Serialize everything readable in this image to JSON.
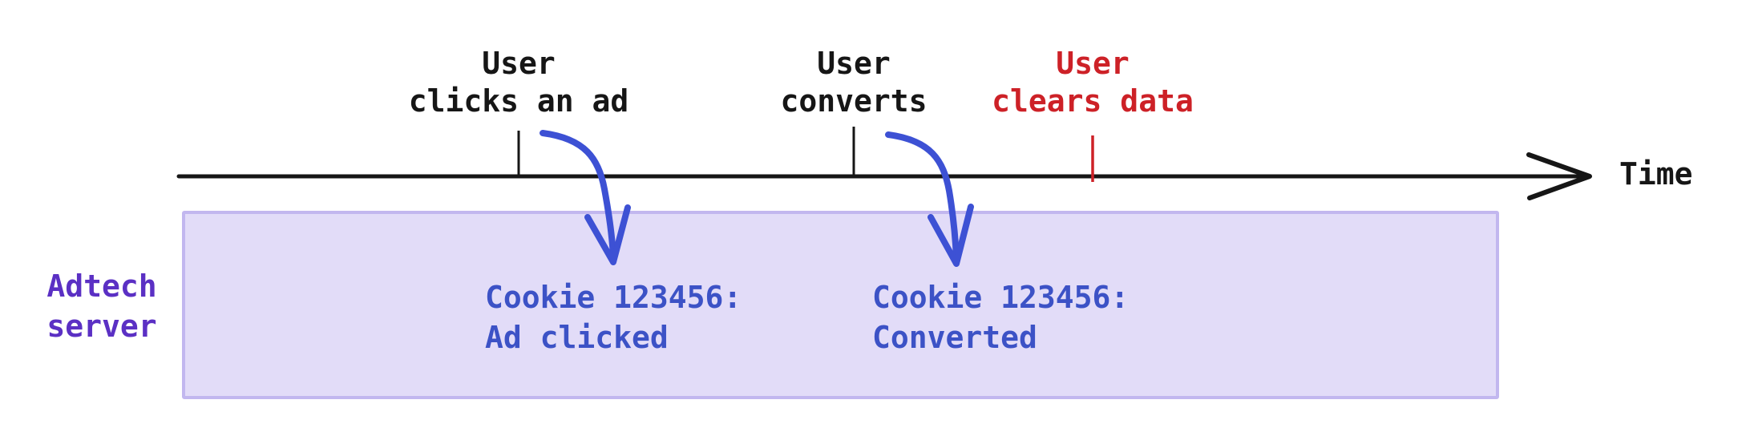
{
  "timeline": {
    "axis_label": "Time",
    "events": [
      {
        "label": "User\nclicks an ad"
      },
      {
        "label": "User\nconverts"
      },
      {
        "label": "User\nclears data"
      }
    ]
  },
  "server": {
    "label": "Adtech\nserver",
    "log_entries": [
      {
        "label": "Cookie 123456:\nAd clicked"
      },
      {
        "label": "Cookie 123456:\nConverted"
      }
    ]
  },
  "icons": {
    "axis_arrowhead": "right-arrowhead-icon",
    "event_arrows": "curved-down-arrow-icon"
  },
  "colors": {
    "event_text": "#161616",
    "cleared_event_text": "#cd2127",
    "axis": "#161616",
    "arrow_blue": "#3d51d4",
    "cookie_text": "#3c52c6",
    "server_label": "#5b30c4",
    "box_fill": "#e2dcf8",
    "box_border": "#c2b7ef"
  }
}
